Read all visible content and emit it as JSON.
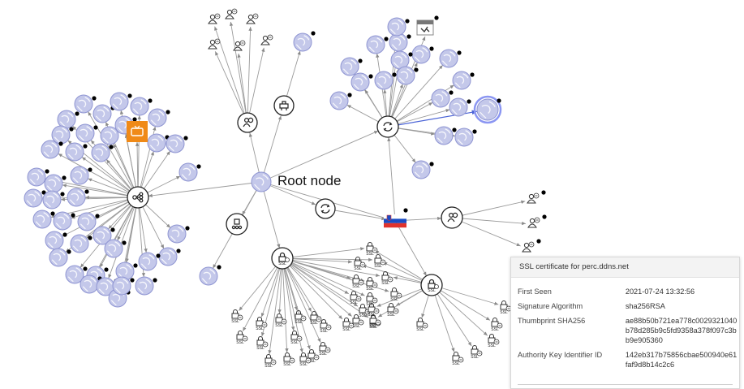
{
  "graph": {
    "root_label": "Root node",
    "accent_colors": {
      "globe": "#c4c8ea",
      "selected_globe": "#6f7ef0",
      "edge": "#9a9a9a",
      "highlight_edge": "#4a63d6",
      "widget_orange": "#f08a17"
    },
    "icons": {
      "root": "globe-icon",
      "cluster_hub": "hierarchy-icon",
      "cert_hub": "ssl-lock-icon",
      "sync_hub": "sync-icon",
      "user_hub": "user-scan-icon",
      "device_hub": "network-device-icon",
      "doc_hub": "document-icon",
      "flag": "slovenia-flag-icon",
      "tv_widget": "tv-icon",
      "badge_widget": "calendar-badge-icon"
    },
    "ssl_glyph_text": "SSL"
  },
  "ssl_panel": {
    "title": "SSL certificate for perc.ddns.net",
    "rows": [
      {
        "key": "First Seen",
        "value": "2021-07-24 13:32:56"
      },
      {
        "key": "Signature Algorithm",
        "value": "sha256RSA"
      },
      {
        "key": "Thumbprint SHA256",
        "value": "ae88b50b721ea778c0029321040b78d285b9c5fd9358a378f097c3bb9e905360"
      },
      {
        "key": "Authority Key Identifier ID",
        "value": "142eb317b75856cbae500940e61faf9d8b14c2c6"
      }
    ]
  }
}
